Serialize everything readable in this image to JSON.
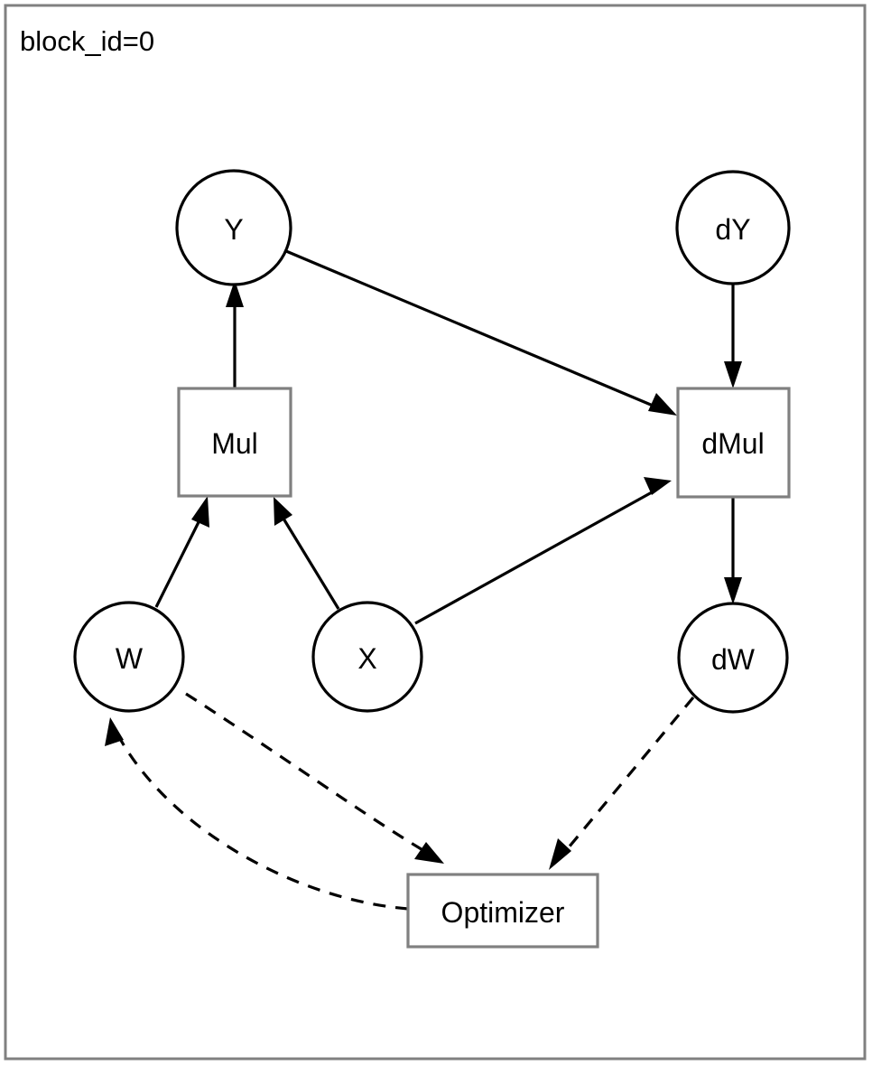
{
  "diagram": {
    "type": "computational-graph",
    "cluster": {
      "label": "block_id=0",
      "border_color": "#808080"
    },
    "colors": {
      "circle_stroke": "#000000",
      "box_stroke": "#808080",
      "edge_solid": "#000000",
      "edge_dashed": "#000000",
      "background": "#ffffff"
    },
    "nodes": [
      {
        "id": "Y",
        "label": "Y",
        "shape": "circle"
      },
      {
        "id": "dY",
        "label": "dY",
        "shape": "circle"
      },
      {
        "id": "Mul",
        "label": "Mul",
        "shape": "box"
      },
      {
        "id": "dMul",
        "label": "dMul",
        "shape": "box"
      },
      {
        "id": "W",
        "label": "W",
        "shape": "circle"
      },
      {
        "id": "X",
        "label": "X",
        "shape": "circle"
      },
      {
        "id": "dW",
        "label": "dW",
        "shape": "circle"
      },
      {
        "id": "Optimizer",
        "label": "Optimizer",
        "shape": "box"
      }
    ],
    "edges": [
      {
        "from": "Mul",
        "to": "Y",
        "style": "solid"
      },
      {
        "from": "Y",
        "to": "dMul",
        "style": "solid"
      },
      {
        "from": "dY",
        "to": "dMul",
        "style": "solid"
      },
      {
        "from": "W",
        "to": "Mul",
        "style": "solid"
      },
      {
        "from": "X",
        "to": "Mul",
        "style": "solid"
      },
      {
        "from": "X",
        "to": "dMul",
        "style": "solid"
      },
      {
        "from": "dMul",
        "to": "dW",
        "style": "solid"
      },
      {
        "from": "W",
        "to": "Optimizer",
        "style": "dashed"
      },
      {
        "from": "dW",
        "to": "Optimizer",
        "style": "dashed"
      },
      {
        "from": "Optimizer",
        "to": "W",
        "style": "dashed"
      }
    ]
  }
}
